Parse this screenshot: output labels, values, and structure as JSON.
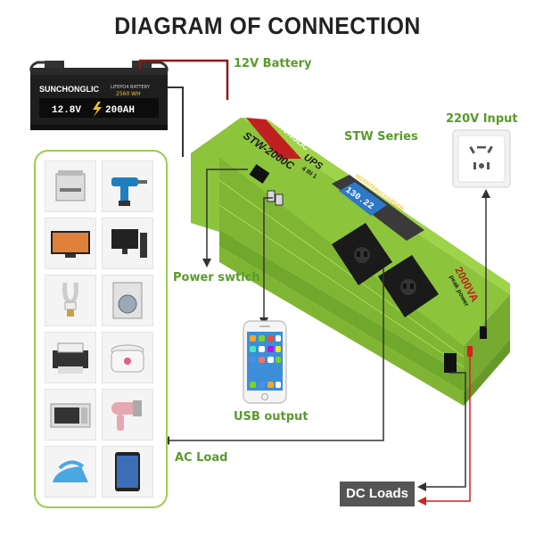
{
  "title": "DIAGRAM OF CONNECTION",
  "labels": {
    "battery": "12V Battery",
    "series": "STW Series",
    "input": "220V Input",
    "power_switch": "Power swtich",
    "usb_output": "USB output",
    "ac_load": "AC Load",
    "dc_loads": "DC Loads"
  },
  "battery": {
    "brand": "SUNCHONGLIC",
    "type": "LIFEPO4 BATTERY",
    "energy": "2560 WH",
    "voltage": "12.8V",
    "capacity": "200AH"
  },
  "inverter": {
    "brand": "SUNCHONGLIC",
    "model": "STW-2000C",
    "ups": "UPS",
    "ups_sub": "4 IN 1",
    "panel_title": "INVERTER&CHARGER",
    "display": "130.22",
    "rating": "2000VA",
    "rating_sub": "peak power"
  },
  "colors": {
    "inverter_green": "#8cc43c",
    "label_green": "#5a9a2c",
    "wire": "#333333",
    "wire_red": "#d42020"
  }
}
